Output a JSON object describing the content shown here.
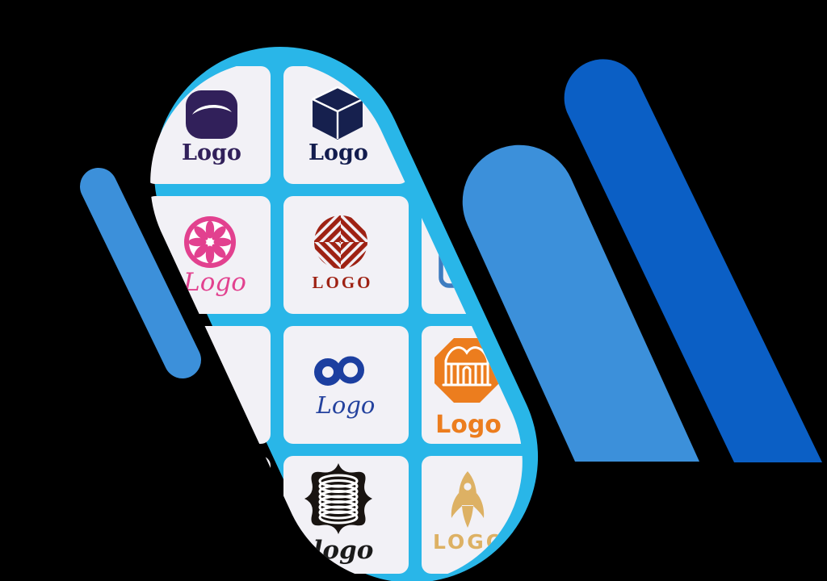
{
  "background_color": "#000000",
  "colors": {
    "cyan": "#29B6E8",
    "card": "#F2F1F6",
    "stripe_light": "#3C90DA",
    "stripe_dark": "#0B5FC5",
    "purple": "#31205A",
    "navy": "#16204E",
    "pink": "#E2418F",
    "maroon": "#9E2113",
    "infinity_blue": "#1C3FA0",
    "orange": "#EC7D1E",
    "badge_black": "#191411",
    "gold": "#DDB164",
    "frame_blue": "#3E7CC0",
    "white": "#FFFFFF"
  },
  "logo_grid": {
    "rows": 4,
    "cols": 3,
    "cards": [
      {
        "row": 1,
        "col": 1,
        "icon": "swoosh-squircle-icon",
        "label": "Logo"
      },
      {
        "row": 1,
        "col": 2,
        "icon": "cube-icon",
        "label": "Logo"
      },
      {
        "row": 2,
        "col": 1,
        "icon": "citrus-flower-icon",
        "label": "Logo"
      },
      {
        "row": 2,
        "col": 2,
        "icon": "woven-circle-icon",
        "label": "LOGO"
      },
      {
        "row": 2,
        "col": 3,
        "icon": "square-frame-icon",
        "label": ""
      },
      {
        "row": 3,
        "col": 1,
        "icon": "infinity-icon",
        "label": "Logo"
      },
      {
        "row": 3,
        "col": 2,
        "icon": "octagon-building-icon",
        "label": "Logo"
      },
      {
        "row": 4,
        "col": 1,
        "icon": "badge-coil-icon",
        "label": "logo"
      },
      {
        "row": 4,
        "col": 2,
        "icon": "rocket-icon",
        "label": "LOGO"
      }
    ]
  }
}
